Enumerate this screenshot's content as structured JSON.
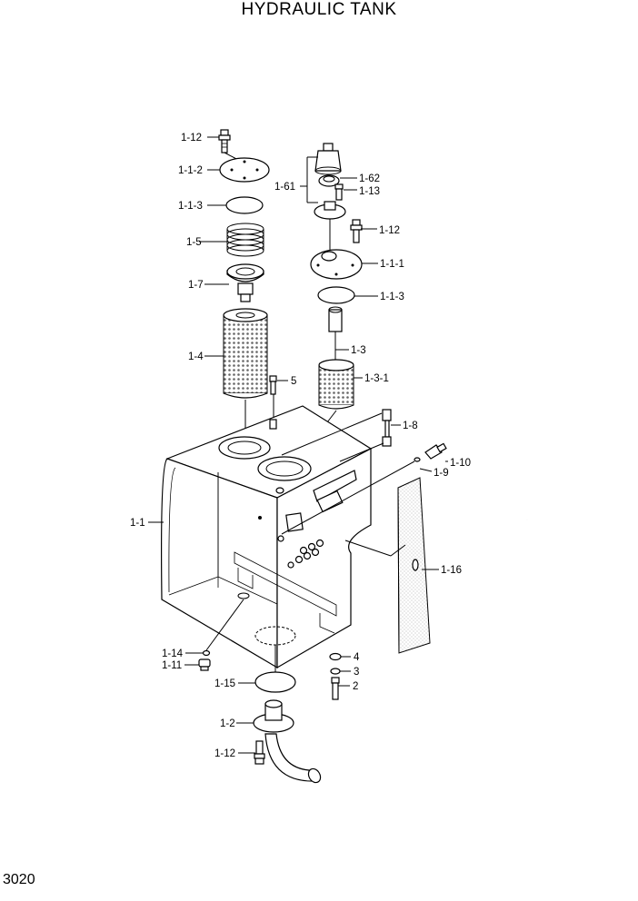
{
  "title": "HYDRAULIC TANK",
  "page_number": "3020",
  "callouts": {
    "c1_12_top": "1-12",
    "c1_1_2": "1-1-2",
    "c1_1_3_left": "1-1-3",
    "c1_5": "1-5",
    "c1_7": "1-7",
    "c1_4": "1-4",
    "c5": "5",
    "c1_61": "1-61",
    "c1_62": "1-62",
    "c1_13": "1-13",
    "c1_12_right": "1-12",
    "c1_1_1": "1-1-1",
    "c1_1_3_right": "1-1-3",
    "c1_3": "1-3",
    "c1_3_1": "1-3-1",
    "c1_8": "1-8",
    "c1_10": "1-10",
    "c1_9": "1-9",
    "c1_1": "1-1",
    "c1_16": "1-16",
    "c1_14": "1-14",
    "c1_11": "1-11",
    "c4": "4",
    "c3": "3",
    "c2": "2",
    "c1_15": "1-15",
    "c1_2": "1-2",
    "c1_12_bottom": "1-12"
  }
}
